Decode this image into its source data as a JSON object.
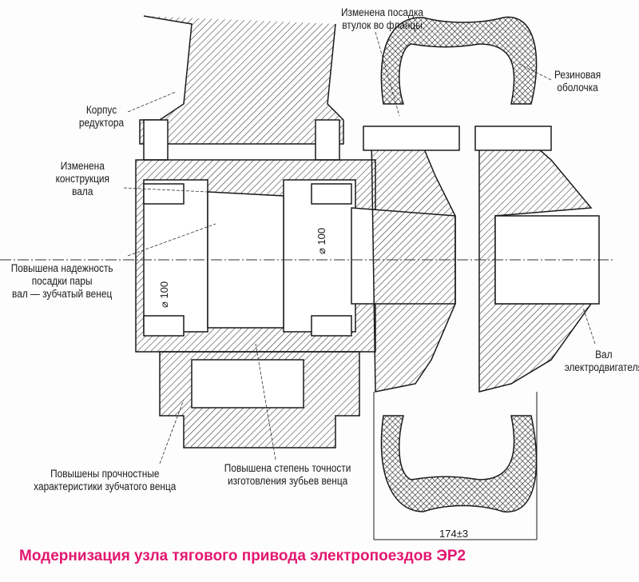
{
  "labels": {
    "bushing_fit": "Изменена посадка\nвтулок во фланцы",
    "rubber_shell": "Резиновая\nоболочка",
    "gearbox_housing": "Корпус\nредуктора",
    "shaft_design": "Изменена\nконструкция\nвала",
    "fit_reliability": "Повышена надежность\nпосадки пары\nвал — зубчатый венец",
    "motor_shaft": "Вал\nэлектродвигателя",
    "ring_strength": "Повышены прочностные\nхарактеристики зубчатого венца",
    "tooth_precision": "Повышена степень точности\nизготовления зубьев венца"
  },
  "dimensions": {
    "diameter_left": "⌀ 100",
    "diameter_right": "⌀ 100",
    "width": "174±3"
  },
  "title": "Модернизация узла тягового привода электропоездов ЭР2",
  "colors": {
    "title": "#e3176f",
    "ink": "#1a1a1a"
  }
}
